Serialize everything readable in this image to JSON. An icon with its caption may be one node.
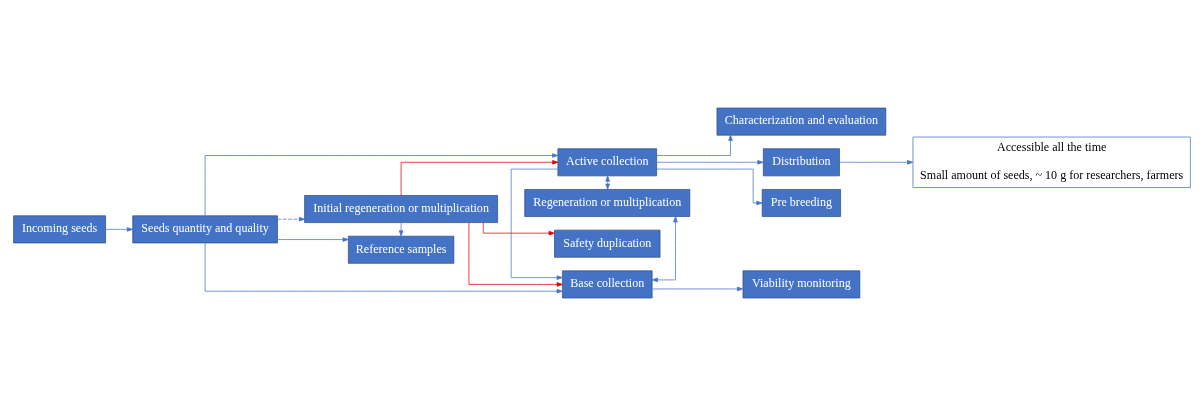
{
  "diagram": {
    "nodes": [
      {
        "text": [
          "Incoming seeds"
        ]
      },
      {
        "text": [
          "Seeds quantity and quality"
        ]
      },
      {
        "text": [
          "Reference samples"
        ]
      },
      {
        "text": [
          "Initial regeneration or multiplication"
        ]
      },
      {
        "text": [
          "Active collection"
        ]
      },
      {
        "text": [
          "Regeneration or multiplication"
        ]
      },
      {
        "text": [
          "Base collection"
        ]
      },
      {
        "text": [
          "Safety duplication"
        ]
      },
      {
        "text": [
          "Distribution"
        ]
      },
      {
        "text": [
          "Pre breeding"
        ]
      },
      {
        "text": [
          "Characterization and evaluation"
        ]
      },
      {
        "text": [
          "Viability monitoring"
        ]
      },
      {
        "text": [
          "Accessible all the time",
          "Small amount of seeds, ~ 10 g for researchers, farmers"
        ]
      }
    ],
    "edges": [
      {
        "from": 0,
        "to": 1,
        "arrow": "to"
      },
      {
        "from": 1,
        "to": 4,
        "arrow": "to"
      },
      {
        "from": 1,
        "to": 6,
        "arrow": "to"
      },
      {
        "from": 1,
        "to": 2,
        "arrow": "to"
      },
      {
        "from": 1,
        "to": 3,
        "arrow": "to",
        "style": "dashed"
      },
      {
        "from": 3,
        "to": 2,
        "arrow": "to"
      },
      {
        "from": 3,
        "to": 4,
        "arrow": "to",
        "color": "#e00000"
      },
      {
        "from": 3,
        "to": 6,
        "arrow": "to",
        "color": "#e00000"
      },
      {
        "from": 3,
        "to": 7,
        "arrow": "to",
        "color": "#e00000"
      },
      {
        "from": 4,
        "to": 5,
        "arrow": "both"
      },
      {
        "from": 5,
        "to": 6,
        "arrow": "both"
      },
      {
        "from": 4,
        "to": 8,
        "arrow": "to"
      },
      {
        "from": 4,
        "to": 9,
        "arrow": "to"
      },
      {
        "from": 4,
        "to": 10,
        "arrow": "to"
      },
      {
        "from": 4,
        "to": 6,
        "arrow": "to"
      },
      {
        "from": 6,
        "to": 11,
        "arrow": "to"
      },
      {
        "from": 8,
        "to": 12,
        "arrow": "to"
      }
    ]
  }
}
